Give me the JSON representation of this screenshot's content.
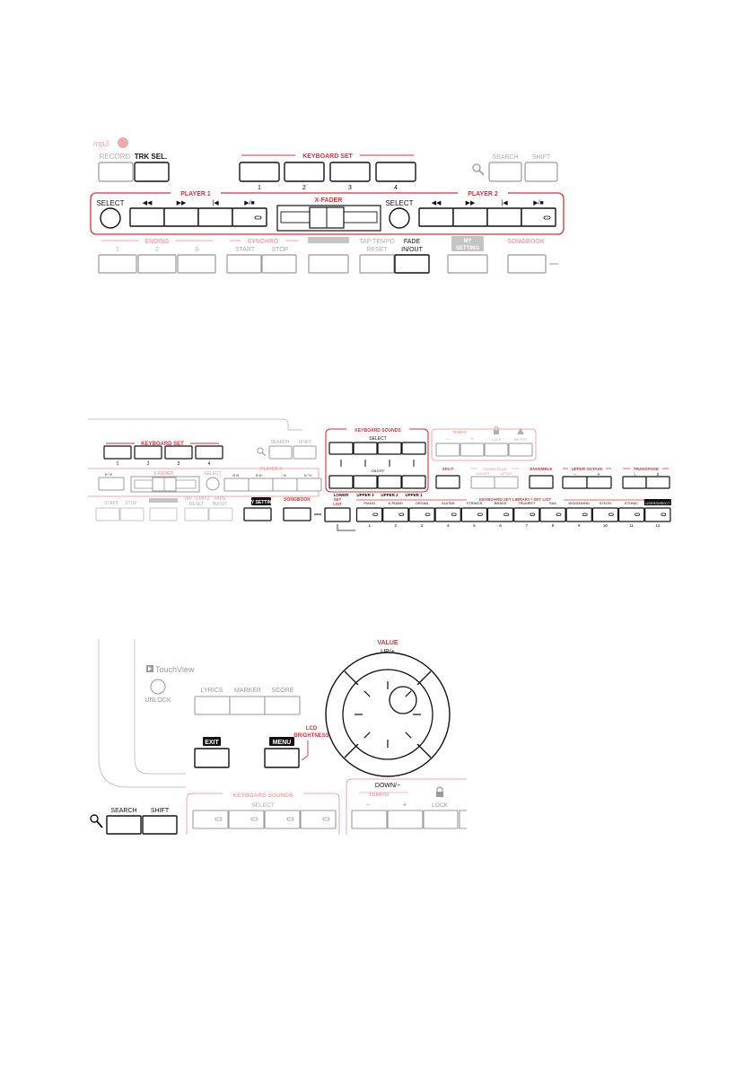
{
  "colors": {
    "accent": "#d9323c",
    "accent_light": "#f1a7ab",
    "ink": "#111111",
    "grey": "#9a9a9a",
    "light_grey": "#c4c4c4"
  },
  "panel1": {
    "mp3_label": "mp3",
    "record_label": "RECORD",
    "trk_sel_label": "TRK SEL.",
    "keyboard_set_title": "KEYBOARD SET",
    "keyboard_set_numbers": [
      "1",
      "2",
      "3",
      "4"
    ],
    "search_label": "SEARCH",
    "shift_label": "SHIFT",
    "player1_title": "PLAYER 1",
    "player2_title": "PLAYER 2",
    "select_label": "SELECT",
    "transport_symbols": [
      "◀◀",
      "▶▶",
      "|◀",
      "▶/■"
    ],
    "xfader_title": "X-FADER",
    "ending_title": "ENDING",
    "ending_numbers": [
      "1",
      "2",
      "3"
    ],
    "synchro_title": "SYNCHRO",
    "synchro_start": "START",
    "synchro_stop": "STOP",
    "tap_tempo_line1": "TAP TEMPO",
    "tap_tempo_line2": "RESET",
    "fade_line1": "FADE",
    "fade_line2": "IN/OUT",
    "my_setting_line1": "MY",
    "my_setting_line2": "SETTING",
    "songbook_label": "SONGBOOK"
  },
  "panel2": {
    "keyboard_set_title": "KEYBOARD SET",
    "keyboard_set_numbers": [
      "1",
      "2",
      "3",
      "4"
    ],
    "search_label": "SEARCH",
    "shift_label": "SHIFT",
    "xfader_title": "X-FADER",
    "select_label": "SELECT",
    "player2_title": "PLAYER 2",
    "synchro_start": "START",
    "synchro_stop": "STOP",
    "tap_tempo_line1": "TAP TEMPO",
    "tap_tempo_line2": "RESET",
    "fade_line1": "FADE",
    "fade_line2": "IN/OUT",
    "my_setting_label": "MY SETTING",
    "songbook_label": "SONGBOOK",
    "keyboard_sounds_title": "KEYBOARD SOUNDS",
    "select_sub": "SELECT",
    "onoff_label": "ON/OFF",
    "sound_labels": [
      "LOWER",
      "UPPER 3",
      "UPPER 2",
      "UPPER 1"
    ],
    "tempo_title": "TEMPO",
    "tempo_minus": "−",
    "tempo_plus": "+",
    "lock_label": "LOCK",
    "metro_label": "METRO",
    "split_label": "SPLIT",
    "chord_scan_title": "CHORD SCAN",
    "chord_scan_lower": "LOWER",
    "chord_scan_upper": "UPPER",
    "ensemble_label": "ENSEMBLE",
    "upper_octave_title": "UPPER OCTAVE",
    "octave_minus": "−",
    "octave_plus": "+",
    "transpose_title": "TRANSPOSE",
    "transpose_flat": "♭",
    "transpose_sharp": "♯",
    "set_list_line1": "SET",
    "set_list_line2": "LIST",
    "library_title": "KEYBOARD SET LIBRARY / SET LIST",
    "library_labels": [
      "PIANO",
      "E.PIANO",
      "ORGAN",
      "GUITAR",
      "STRINGS",
      "BRASS",
      "TRUMPET",
      "SAX",
      "WOODWIND",
      "SYNTH",
      "ETHNIC",
      "USER/DIRECT"
    ],
    "library_numbers": [
      "1",
      "2",
      "3",
      "4",
      "5",
      "6",
      "7",
      "8",
      "9",
      "10",
      "11",
      "12"
    ]
  },
  "panel3": {
    "touchview_label": "TouchView",
    "unlock_label": "UNLOCK",
    "lyrics_label": "LYRICS",
    "marker_label": "MARKER",
    "score_label": "SCORE",
    "exit_label": "EXIT",
    "menu_label": "MENU",
    "lcd_line1": "LCD",
    "lcd_line2": "BRIGHTNESS",
    "value_title": "VALUE",
    "value_up": "UP/+",
    "value_down": "DOWN/−",
    "search_label": "SEARCH",
    "shift_label": "SHIFT",
    "keyboard_sounds_title": "KEYBOARD SOUNDS",
    "select_sub": "SELECT",
    "tempo_title": "TEMPO",
    "tempo_minus": "−",
    "tempo_plus": "+",
    "lock_label": "LOCK"
  }
}
